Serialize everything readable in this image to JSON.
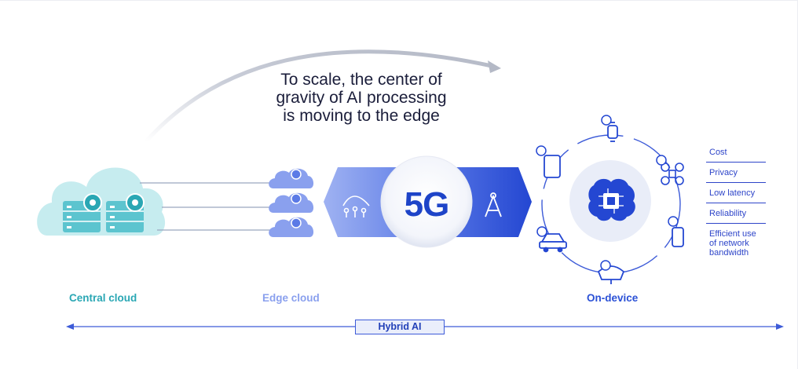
{
  "headline": {
    "line1": "To scale, the center of",
    "line2": "gravity of AI processing",
    "line3": "is moving to the edge"
  },
  "central_cloud": {
    "label": "Central cloud"
  },
  "edge_cloud": {
    "label": "Edge cloud"
  },
  "network": {
    "label": "5G"
  },
  "on_device": {
    "label": "On-device"
  },
  "benefits": {
    "cost": "Cost",
    "privacy": "Privacy",
    "low_latency": "Low latency",
    "reliability": "Reliability",
    "bandwidth_line1": "Efficient use",
    "bandwidth_line2": "of network",
    "bandwidth_line3": "bandwidth"
  },
  "hybrid": {
    "label": "Hybrid AI"
  },
  "colors": {
    "teal": "#2aa7b4",
    "cloud_fill": "#c6ecef",
    "edge_blue": "#8aa0ee",
    "primary_blue": "#2a50d6",
    "dark_text": "#1a1d3a"
  }
}
